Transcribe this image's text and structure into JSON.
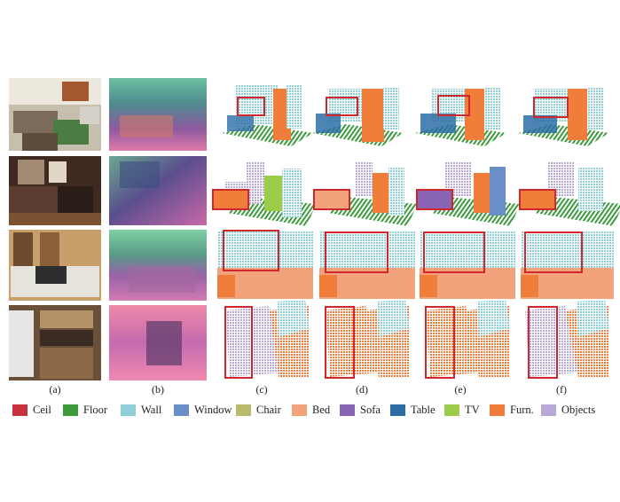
{
  "panel_captions": [
    "(a)",
    "(b)",
    "(c)",
    "(d)",
    "(e)",
    "(f)"
  ],
  "legend": [
    {
      "label": "Ceil",
      "color": "#c8323c"
    },
    {
      "label": "Floor",
      "color": "#3c9a3c"
    },
    {
      "label": "Wall",
      "color": "#8fd0d6"
    },
    {
      "label": "Window",
      "color": "#6a8fc8"
    },
    {
      "label": "Chair",
      "color": "#b9bb6c"
    },
    {
      "label": "Bed",
      "color": "#f2a37b"
    },
    {
      "label": "Sofa",
      "color": "#8a64b4"
    },
    {
      "label": "Table",
      "color": "#2d6ea6"
    },
    {
      "label": "TV",
      "color": "#9ccc4a"
    },
    {
      "label": "Furn.",
      "color": "#f07d3a"
    },
    {
      "label": "Objects",
      "color": "#b8a8d8"
    }
  ],
  "highlight_color": "#d0262e"
}
